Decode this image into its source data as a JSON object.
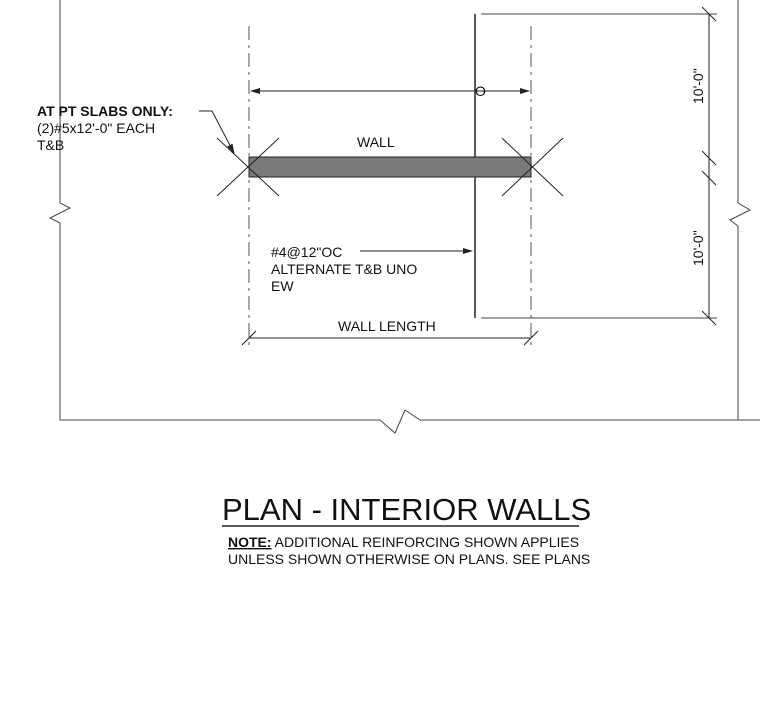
{
  "labels": {
    "pt_slab_heading": "AT PT SLABS ONLY:",
    "pt_slab_line1": "(2)#5x12'-0\" EACH",
    "pt_slab_line2": "T&B",
    "wall": "WALL",
    "rebar_line1": "#4@12\"OC",
    "rebar_line2": "ALTERNATE T&B UNO",
    "rebar_line3": "EW",
    "wall_length": "WALL LENGTH",
    "dim_upper": "10'-0\"",
    "dim_lower": "10'-0\"",
    "origin_marker": "O"
  },
  "title": "PLAN - INTERIOR WALLS",
  "note": {
    "label": "NOTE:",
    "line1": " ADDITIONAL REINFORCING SHOWN APPLIES",
    "line2": "UNLESS SHOWN OTHERWISE ON PLANS. SEE PLANS"
  },
  "colors": {
    "wall_fill": "#7a7a7a",
    "line": "#222222",
    "text": "#111111"
  }
}
